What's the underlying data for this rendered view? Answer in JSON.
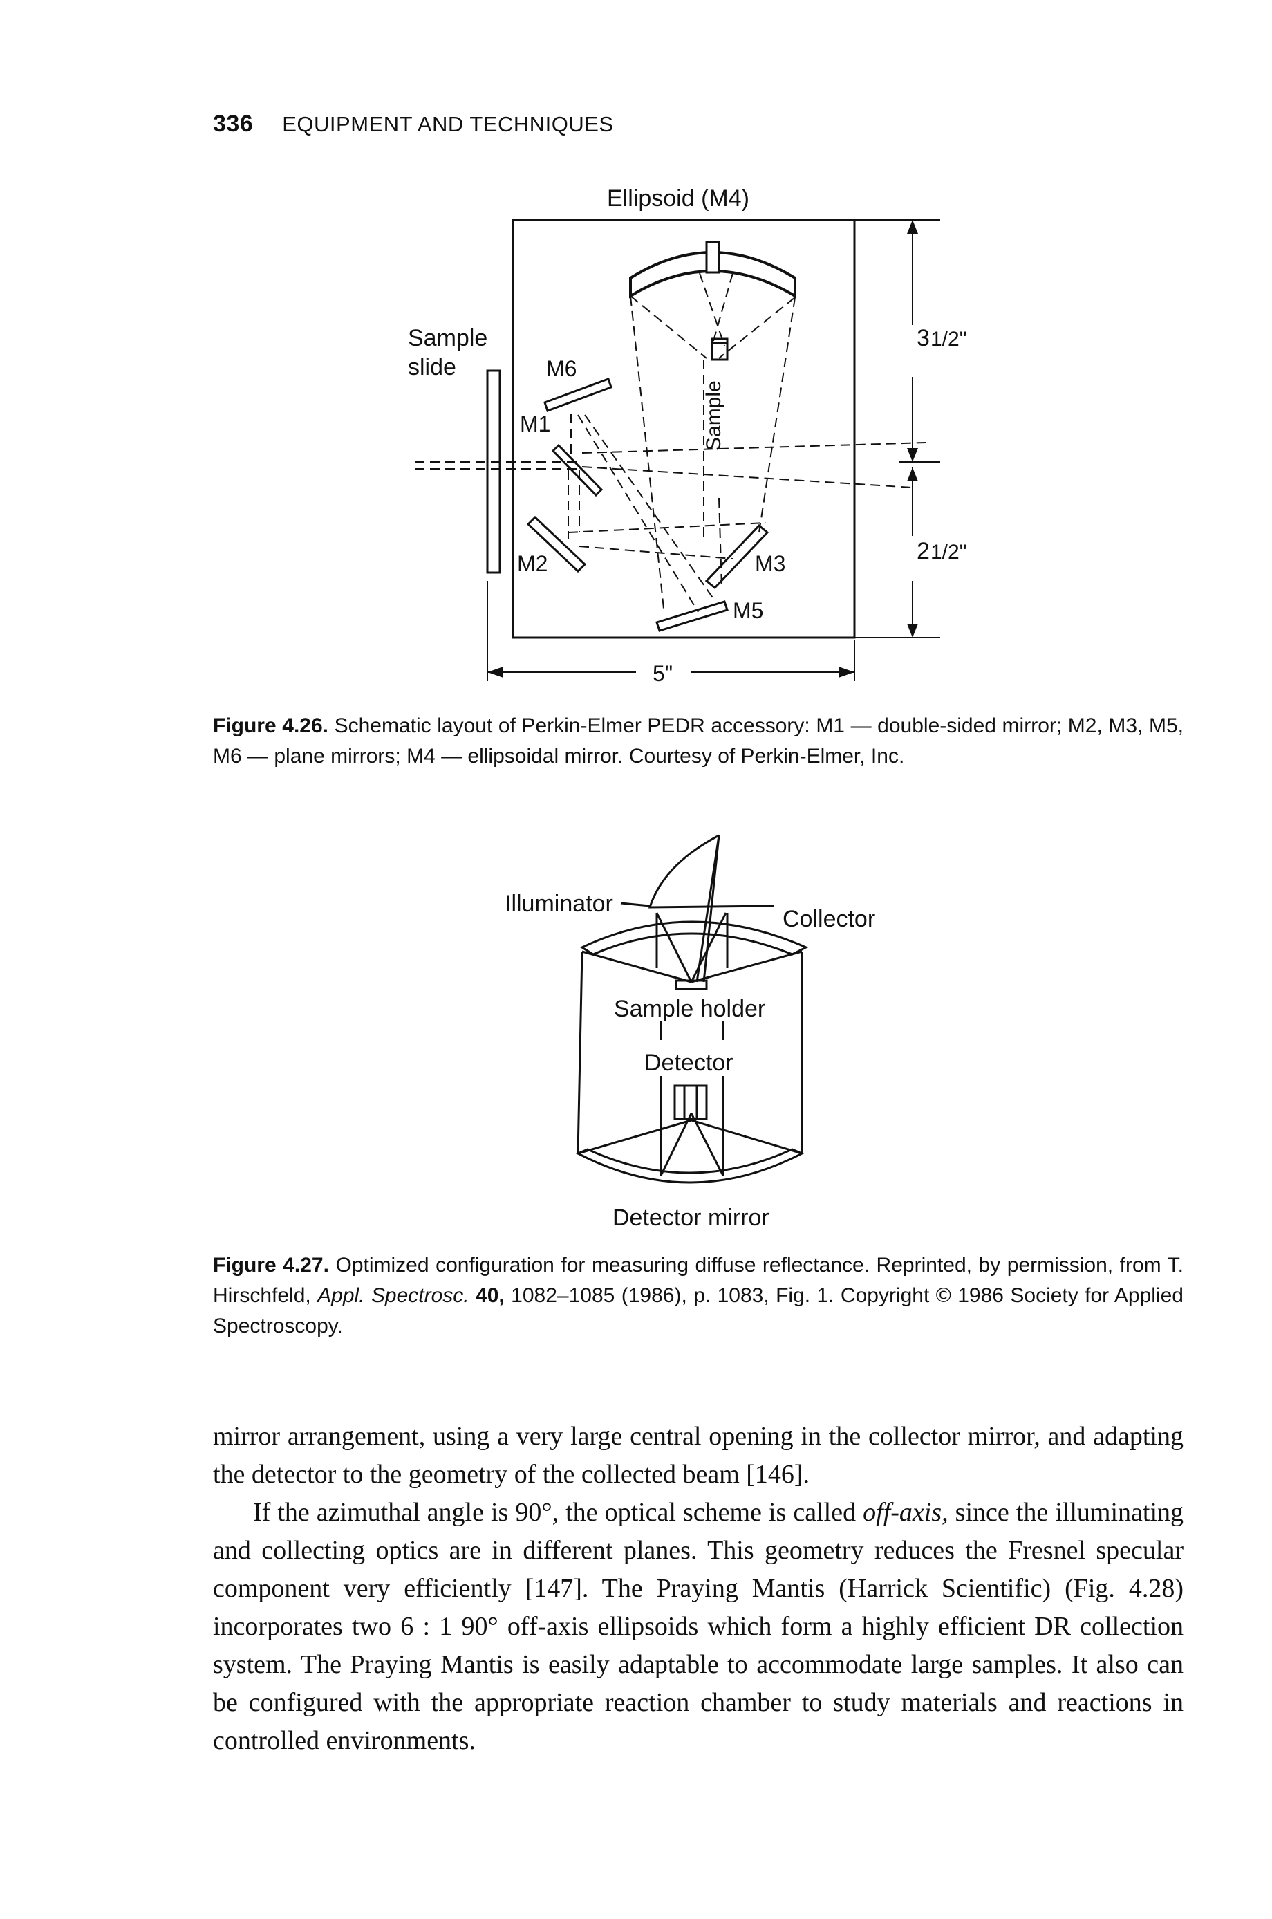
{
  "header": {
    "page_number": "336",
    "running_title": "EQUIPMENT AND TECHNIQUES"
  },
  "figure_426": {
    "labels": {
      "ellipsoid": "Ellipsoid (M4)",
      "sample_slide_1": "Sample",
      "sample_slide_2": "slide",
      "m6": "M6",
      "m1": "M1",
      "m2": "M2",
      "m3": "M3",
      "m5": "M5",
      "sample": "Sample",
      "dim_top_whole": "3",
      "dim_top_frac": "1/2\"",
      "dim_bottom_whole": "2",
      "dim_bottom_frac": "1/2\"",
      "dim_width": "5\""
    },
    "caption_label": "Figure 4.26.",
    "caption_text": "Schematic layout of Perkin-Elmer PEDR accessory: M1 — double-sided mirror; M2, M3, M5, M6 — plane mirrors; M4 — ellipsoidal mirror. Courtesy of Perkin-Elmer, Inc."
  },
  "figure_427": {
    "labels": {
      "illuminator": "Illuminator",
      "collector": "Collector",
      "sample_holder": "Sample holder",
      "detector": "Detector",
      "detector_mirror": "Detector mirror"
    },
    "caption_label": "Figure 4.27.",
    "caption_before_journal": "Optimized configuration for measuring diffuse reflectance. Reprinted, by permission, from T. Hirschfeld,",
    "caption_journal": "Appl. Spectrosc.",
    "caption_volume": "40,",
    "caption_after": "1082–1085 (1986), p. 1083, Fig. 1. Copyright © 1986 Society for Applied Spectroscopy."
  },
  "body_text": {
    "p1": "mirror arrangement, using a very large central opening in the collector mirror, and adapting the detector to the geometry of the collected beam [146].",
    "p2_before": "If the azimuthal angle is 90°, the optical scheme is called",
    "p2_italic": "off-axis,",
    "p2_after": "since the illuminating and collecting optics are in different planes. This geometry reduces the Fresnel specular component very efficiently [147]. The Praying Mantis (Harrick Scientific) (Fig. 4.28) incorporates two 6 : 1 90° off-axis ellipsoids which form a highly efficient DR collection system. The Praying Mantis is easily adaptable to accommodate large samples. It also can be configured with the appropriate reaction chamber to study materials and reactions in controlled environments."
  }
}
